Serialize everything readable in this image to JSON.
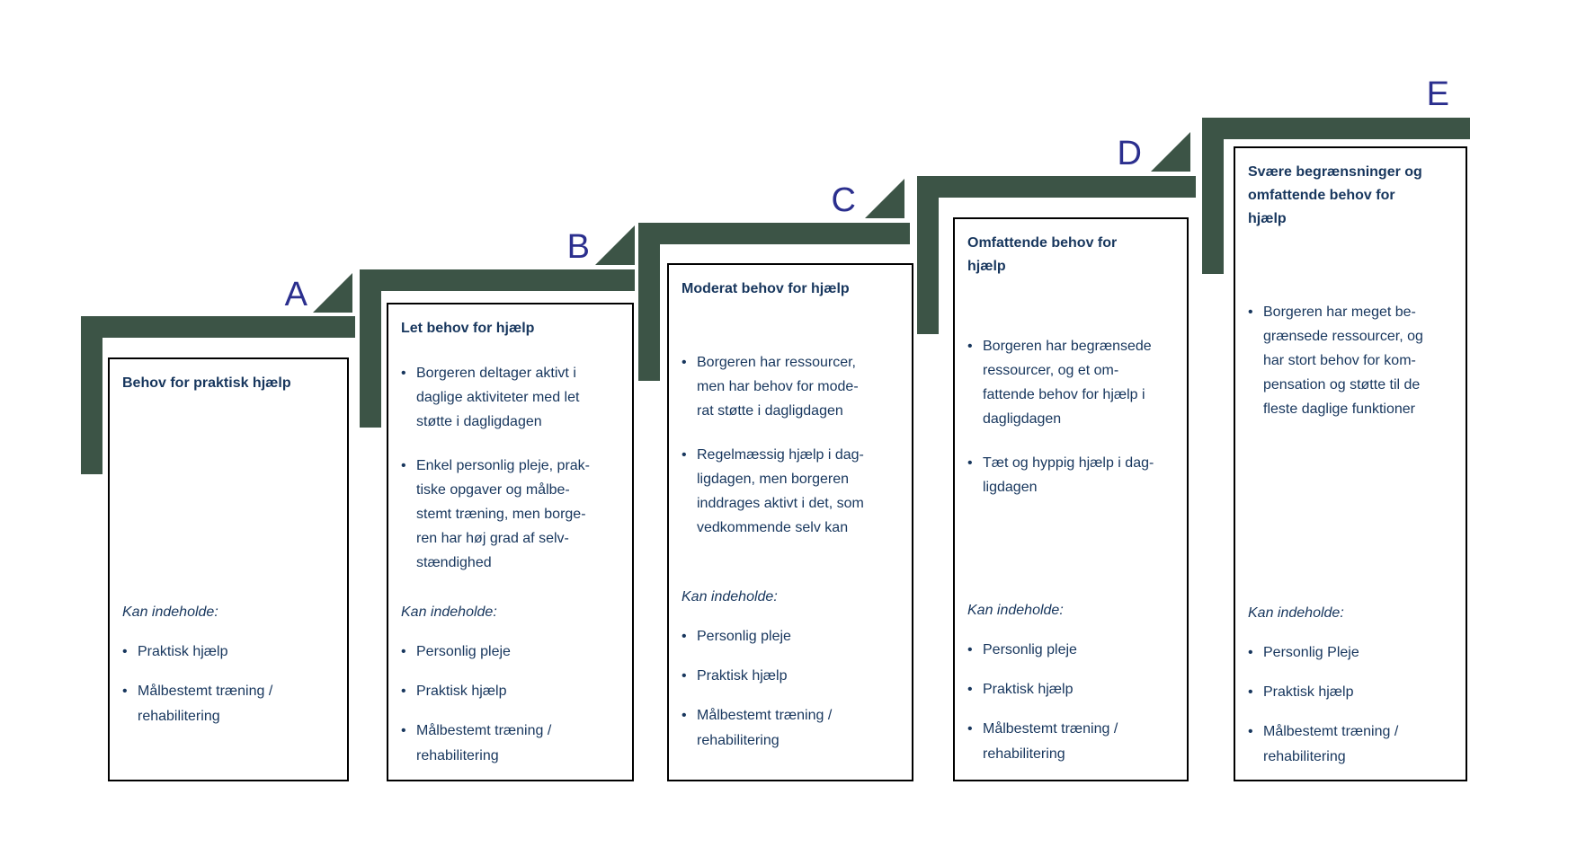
{
  "colors": {
    "step_green": "#3C5446",
    "text_navy": "#17365D",
    "letter_blue": "#2B2F8E",
    "box_border": "#000000",
    "background": "#FFFFFF"
  },
  "steps": [
    {
      "letter": "A",
      "title": "Behov for praktisk hjælp",
      "bullets": [],
      "kan_label": "Kan indeholde:",
      "kan_items": [
        "Praktisk hjælp",
        "Målbestemt træning /\nrehabilitering"
      ]
    },
    {
      "letter": "B",
      "title": "Let behov for hjælp",
      "bullets": [
        "Borgeren deltager aktivt i\ndaglige aktiviteter med let\nstøtte i dagligdagen",
        "Enkel personlig pleje, prak-\ntiske opgaver og målbe-\nstemt træning, men borge-\nren har høj grad af selv-\nstændighed"
      ],
      "kan_label": "Kan indeholde:",
      "kan_items": [
        "Personlig pleje",
        "Praktisk hjælp",
        "Målbestemt træning /\nrehabilitering"
      ]
    },
    {
      "letter": "C",
      "title": "Moderat behov for hjælp",
      "bullets": [
        "Borgeren har ressourcer,\nmen har behov for mode-\nrat støtte i dagligdagen",
        "Regelmæssig hjælp i dag-\nligdagen, men borgeren\ninddrages aktivt i det, som\nvedkommende selv kan"
      ],
      "kan_label": "Kan indeholde:",
      "kan_items": [
        "Personlig pleje",
        "Praktisk hjælp",
        "Målbestemt træning /\nrehabilitering"
      ]
    },
    {
      "letter": "D",
      "title": "Omfattende behov for\nhjælp",
      "bullets": [
        "Borgeren har begrænsede\nressourcer, og et om-\nfattende behov for hjælp i\ndagligdagen",
        "Tæt og hyppig hjælp i dag-\nligdagen"
      ],
      "kan_label": "Kan indeholde:",
      "kan_items": [
        "Personlig pleje",
        "Praktisk hjælp",
        "Målbestemt træning /\nrehabilitering"
      ]
    },
    {
      "letter": "E",
      "title": "Svære begrænsninger og\nomfattende behov for\nhjælp",
      "bullets": [
        "Borgeren har meget be-\ngrænsede ressourcer, og\nhar stort behov for kom-\npensation og støtte til de\nfleste daglige funktioner"
      ],
      "kan_label": "Kan indeholde:",
      "kan_items": [
        "Personlig Pleje",
        "Praktisk hjælp",
        "Målbestemt træning /\nrehabilitering"
      ]
    }
  ]
}
